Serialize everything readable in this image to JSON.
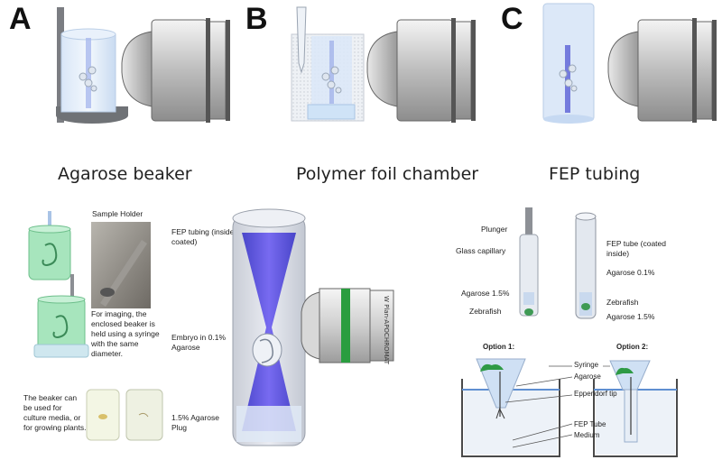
{
  "panel_a": {
    "letter": "A",
    "caption": "Agarose beaker"
  },
  "panel_b": {
    "letter": "B",
    "caption": "Polymer foil chamber"
  },
  "panel_c": {
    "letter": "C",
    "caption": "FEP tubing"
  },
  "beaker_panel": {
    "sample_holder_label": "Sample Holder",
    "imaging_note": "For imaging, the enclosed beaker is held using a syringe with the same diameter.",
    "culture_note": "The beaker can be used for culture media, or for growing plants."
  },
  "tube_panel": {
    "fep_label": "FEP tubing (inside coated)",
    "embryo_label": "Embryo in 0.1% Agarose",
    "plug_label": "1.5% Agarose Plug",
    "objective_text": "W Plan-APOCHROMAT"
  },
  "capillary_panel": {
    "plunger": "Plunger",
    "glass_capillary": "Glass capillary",
    "agarose_15_left": "Agarose 1.5%",
    "zebrafish_left": "Zebrafish",
    "fep_tube": "FEP tube (coated inside)",
    "agarose_01": "Agarose 0.1%",
    "zebrafish_right": "Zebrafish",
    "agarose_15_right": "Agarose 1.5%"
  },
  "options_panel": {
    "option1": "Option 1:",
    "option2": "Option 2:",
    "syringe": "Syringe",
    "agarose": "Agarose",
    "eppendorf": "Eppendorf tip",
    "fep_tube": "FEP Tube",
    "medium": "Medium"
  },
  "colors": {
    "objective_silver": "#c9c9c9",
    "agarose_blue": "#cfe3f7",
    "sample_purple": "#4b4bd0",
    "embryo_green": "#9ee2b4",
    "objective_green_band": "#2a9d3f"
  }
}
